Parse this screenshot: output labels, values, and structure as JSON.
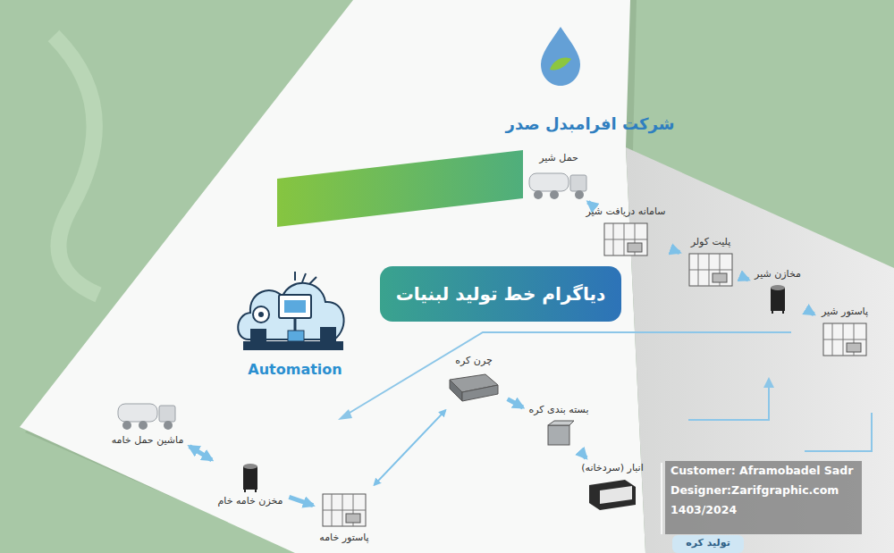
{
  "diagram": {
    "title": "دیاگرام خط تولید لبنیات",
    "nodes": [
      {
        "text": [
          "حمل شیر"
        ]
      },
      {
        "text": [
          "سامانه دریافت شیر"
        ]
      },
      {
        "text": [
          "پلیت کولر"
        ]
      },
      {
        "text": [
          "مخازن شیر"
        ]
      },
      {
        "text": [
          "پاستور شیر"
        ]
      },
      {
        "text": [
          "ماشین حمل خامه"
        ]
      },
      {
        "text": [
          "مخزن خامه خام"
        ]
      },
      {
        "text": [
          "پاستور خامه"
        ]
      },
      {
        "text": [
          "چرن کره"
        ]
      },
      {
        "text": [
          "بسته بندی کره"
        ]
      },
      {
        "text": [
          "انبار (سردخانه)"
        ]
      }
    ],
    "edges": [
      {
        "from": 0,
        "to": 1,
        "arrow": "to"
      },
      {
        "from": 1,
        "to": 2,
        "arrow": "to"
      },
      {
        "from": 2,
        "to": 3,
        "arrow": "to"
      },
      {
        "from": 3,
        "to": 4,
        "arrow": "to"
      },
      {
        "from": 5,
        "to": 6,
        "arrow": "both"
      },
      {
        "from": 6,
        "to": 7,
        "arrow": "to"
      },
      {
        "from": 7,
        "to": 8,
        "arrow": "both"
      },
      {
        "from": 8,
        "to": 9,
        "arrow": "to"
      },
      {
        "from": 9,
        "to": 10,
        "arrow": "to"
      }
    ],
    "labels": [
      "شرکت افرامبدل صدر",
      "Automation",
      "Customer: Aframobadel Sadr",
      "Designer:Zarifgraphic.com",
      "1403/2024",
      "تولید کره"
    ]
  }
}
